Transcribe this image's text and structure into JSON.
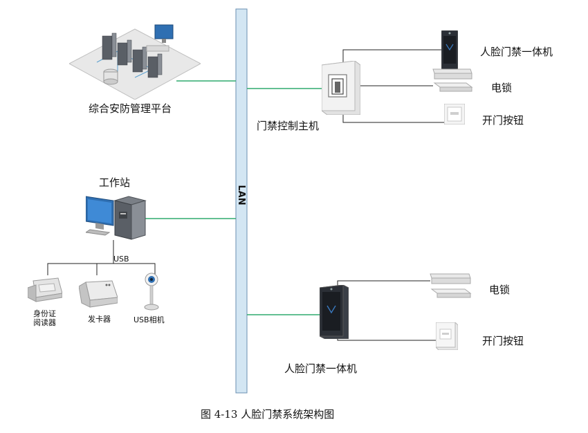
{
  "lan_label": "LAN",
  "platform": {
    "label": "综合安防管理平台"
  },
  "controller": {
    "label": "门禁控制主机"
  },
  "workstation": {
    "label": "工作站",
    "usb_label": "USB"
  },
  "top_devices": {
    "face_terminal": "人脸门禁一体机",
    "electric_lock": "电锁",
    "exit_button": "开门按钮"
  },
  "usb_devices": {
    "id_reader_line1": "身份证",
    "id_reader_line2": "阅读器",
    "card_issuer": "发卡器",
    "usb_camera": "USB相机"
  },
  "bottom_group": {
    "face_terminal": "人脸门禁一体机",
    "electric_lock": "电锁",
    "exit_button": "开门按钮"
  },
  "caption": "图 4-13  人脸门禁系统架构图",
  "colors": {
    "lan_bus": "#d3e6f3",
    "lan_border": "#6a8fb0",
    "network_link": "#2eaa6e",
    "device_wire": "#222222"
  },
  "icons": [
    "server-cluster-icon",
    "access-controller-icon",
    "face-terminal-icon",
    "electric-lock-icon",
    "exit-button-icon",
    "workstation-icon",
    "id-reader-icon",
    "card-issuer-icon",
    "usb-camera-icon"
  ]
}
